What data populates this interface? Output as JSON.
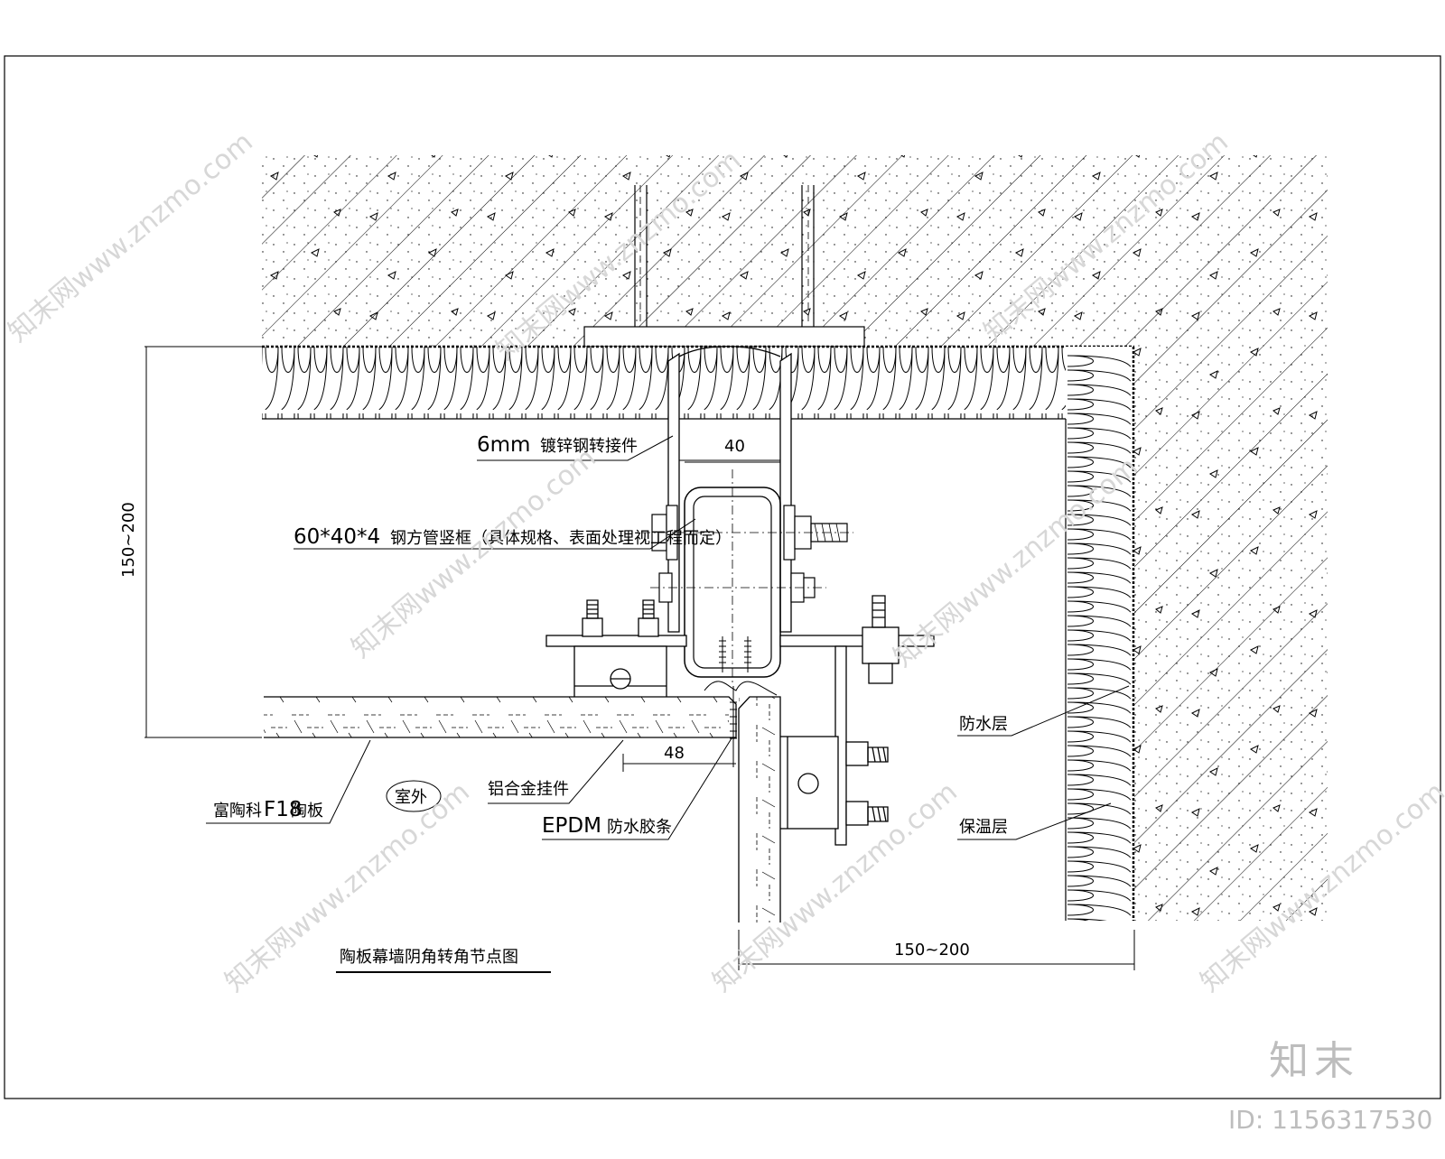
{
  "drawing": {
    "title": "陶板幕墙阴角转角节点图",
    "outdoor_label": "室外",
    "dimensions": {
      "vertical": "150~200",
      "horizontal": "150~200",
      "bracket_width": "40",
      "offset": "48"
    },
    "callouts": {
      "steel_connector": {
        "prefix": "6mm",
        "text": "镀锌钢转接件"
      },
      "steel_tube": {
        "prefix": "60*40*4",
        "text": "钢方管竖框（具体规格、表面处理视工程而定）"
      },
      "ceramic_panel": {
        "prefix": "富陶科",
        "suffix": "F18",
        "text": "陶板"
      },
      "aluminum_hanger": {
        "text": "铝合金挂件"
      },
      "epdm_strip": {
        "prefix": "EPDM",
        "text": "防水胶条"
      },
      "waterproof_layer": {
        "text": "防水层"
      },
      "insulation_layer": {
        "text": "保温层"
      }
    }
  },
  "watermark": {
    "diagonal_text": "知末网www.znzmo.com",
    "brand": "知末",
    "id_label": "ID: 1156317530"
  }
}
